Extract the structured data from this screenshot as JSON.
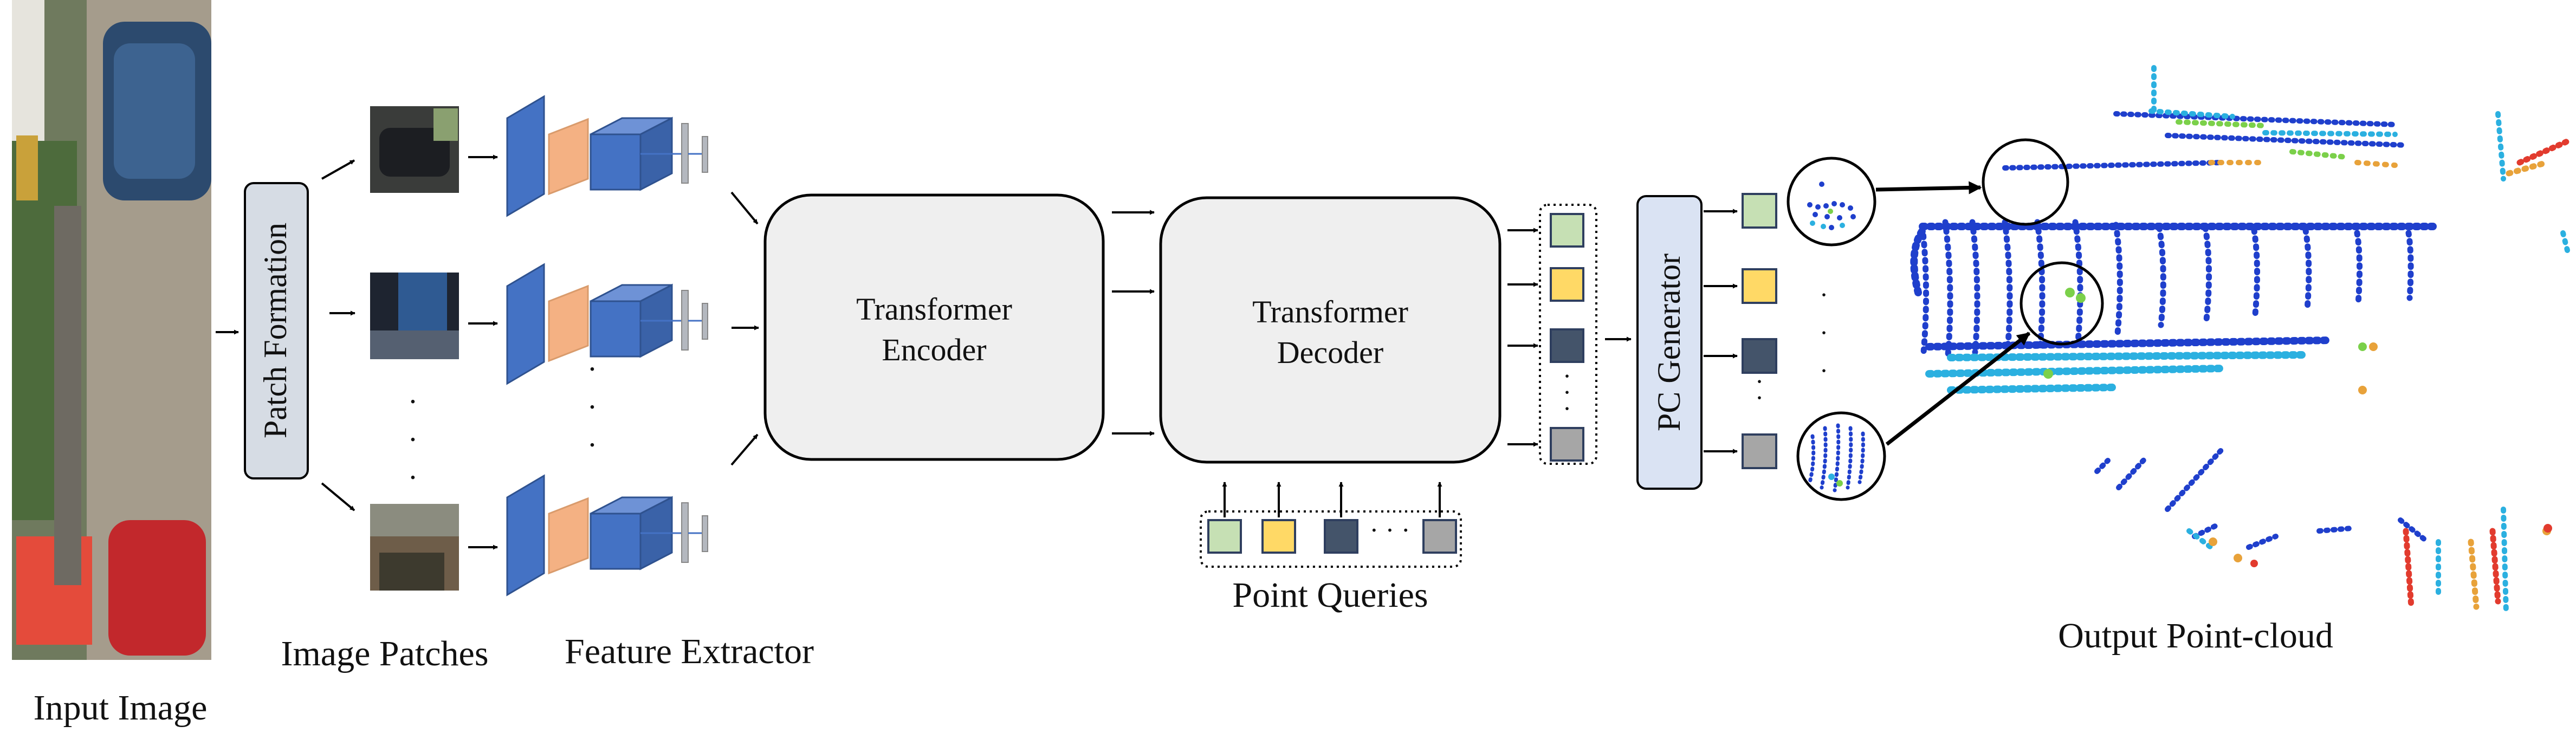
{
  "labels": {
    "input_image": "Input Image",
    "patch_formation": "Patch Formation",
    "image_patches": "Image Patches",
    "feature_extractor": "Feature Extractor",
    "encoder_line1": "Transformer",
    "encoder_line2": "Encoder",
    "decoder_line1": "Transformer",
    "decoder_line2": "Decoder",
    "point_queries": "Point Queries",
    "pc_generator": "PC Generator",
    "output_point_cloud": "Output Point-cloud"
  },
  "query_colors": [
    "#c6e0b4",
    "#ffd966",
    "#44546a",
    "#a6a6a6"
  ],
  "colors": {
    "block_fill": "#efefef",
    "generator_fill": "#dae3f3",
    "patch_formation_fill": "#d6dce4",
    "conv_blue": "#4472c4",
    "conv_peach": "#f4b183",
    "conv_gray": "#b4b8bf"
  },
  "icons": [
    "arrow-icon",
    "ellipsis-icon",
    "zoom-circle-icon"
  ]
}
